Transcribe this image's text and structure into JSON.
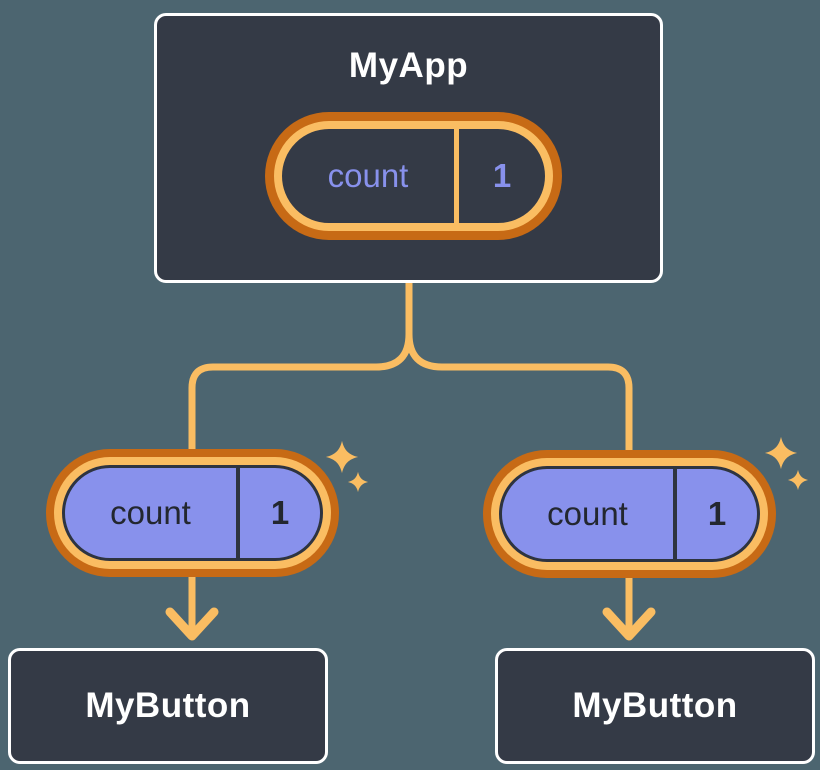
{
  "canvas": {
    "background": "#4C6570"
  },
  "palette": {
    "component_bg": "#343A46",
    "component_border": "#FFFFFF",
    "orange_light": "#FABD62",
    "orange_dark": "#C76A15",
    "purple": "#8891EC",
    "dark_text": "#23272F",
    "white_text": "#FFFFFF"
  },
  "icons": {
    "sparkle": "✦ four-point star, orange",
    "arrow_down": "↓ orange chevron arrow"
  },
  "root": {
    "title": "MyApp",
    "state": {
      "name": "count",
      "value": "1"
    }
  },
  "children": [
    {
      "title": "MyButton",
      "prop": {
        "name": "count",
        "value": "1"
      }
    },
    {
      "title": "MyButton",
      "prop": {
        "name": "count",
        "value": "1"
      }
    }
  ]
}
